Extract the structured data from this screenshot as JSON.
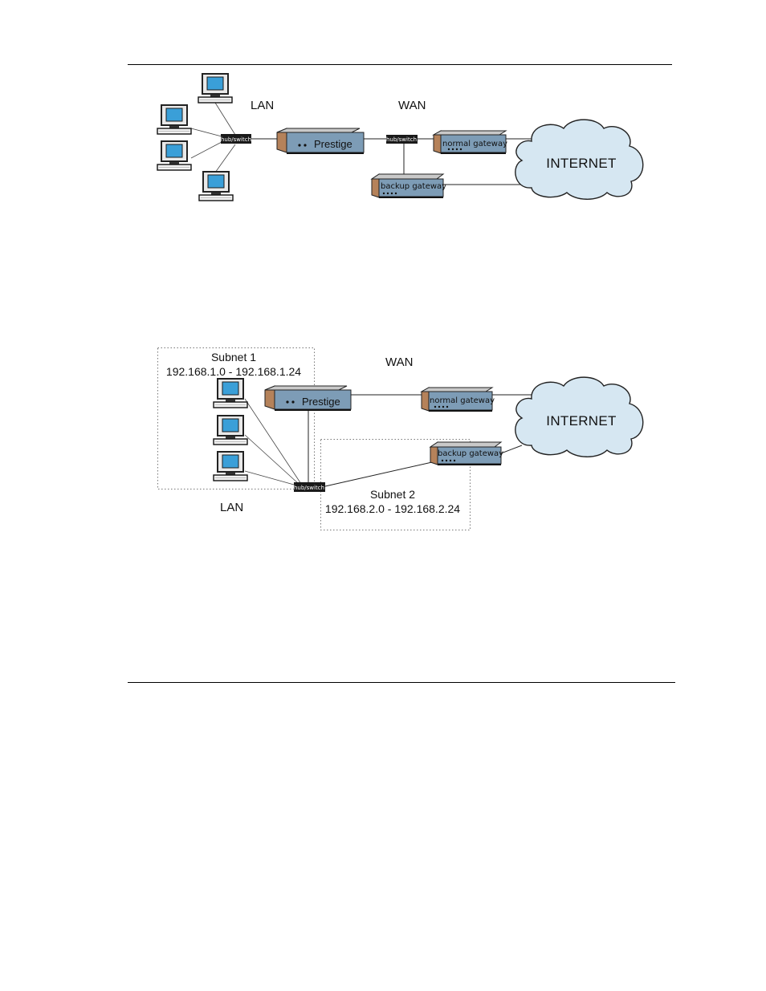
{
  "diagram1": {
    "lan_label": "LAN",
    "wan_label": "WAN",
    "lan_switch_label": "hub/switch",
    "wan_switch_label": "hub/switch",
    "router_label": "Prestige",
    "normal_gateway_label": "normal gateway",
    "backup_gateway_label": "backup gateway",
    "cloud_label": "INTERNET"
  },
  "diagram2": {
    "subnet1_title": "Subnet 1",
    "subnet1_range": "192.168.1.0 - 192.168.1.24",
    "wan_label": "WAN",
    "router_label": "Prestige",
    "normal_gateway_label": "normal gateway",
    "backup_gateway_label": "backup gateway",
    "cloud_label": "INTERNET",
    "switch_label": "hub/switch",
    "lan_label": "LAN",
    "subnet2_title": "Subnet 2",
    "subnet2_range": "192.168.2.0 - 192.168.2.24"
  },
  "colors": {
    "device_face": "#7d9cb6",
    "device_side": "#b5825a",
    "cloud_fill": "#d6e7f2",
    "screen": "#3a9fd8",
    "switch": "#1a1a1a"
  }
}
